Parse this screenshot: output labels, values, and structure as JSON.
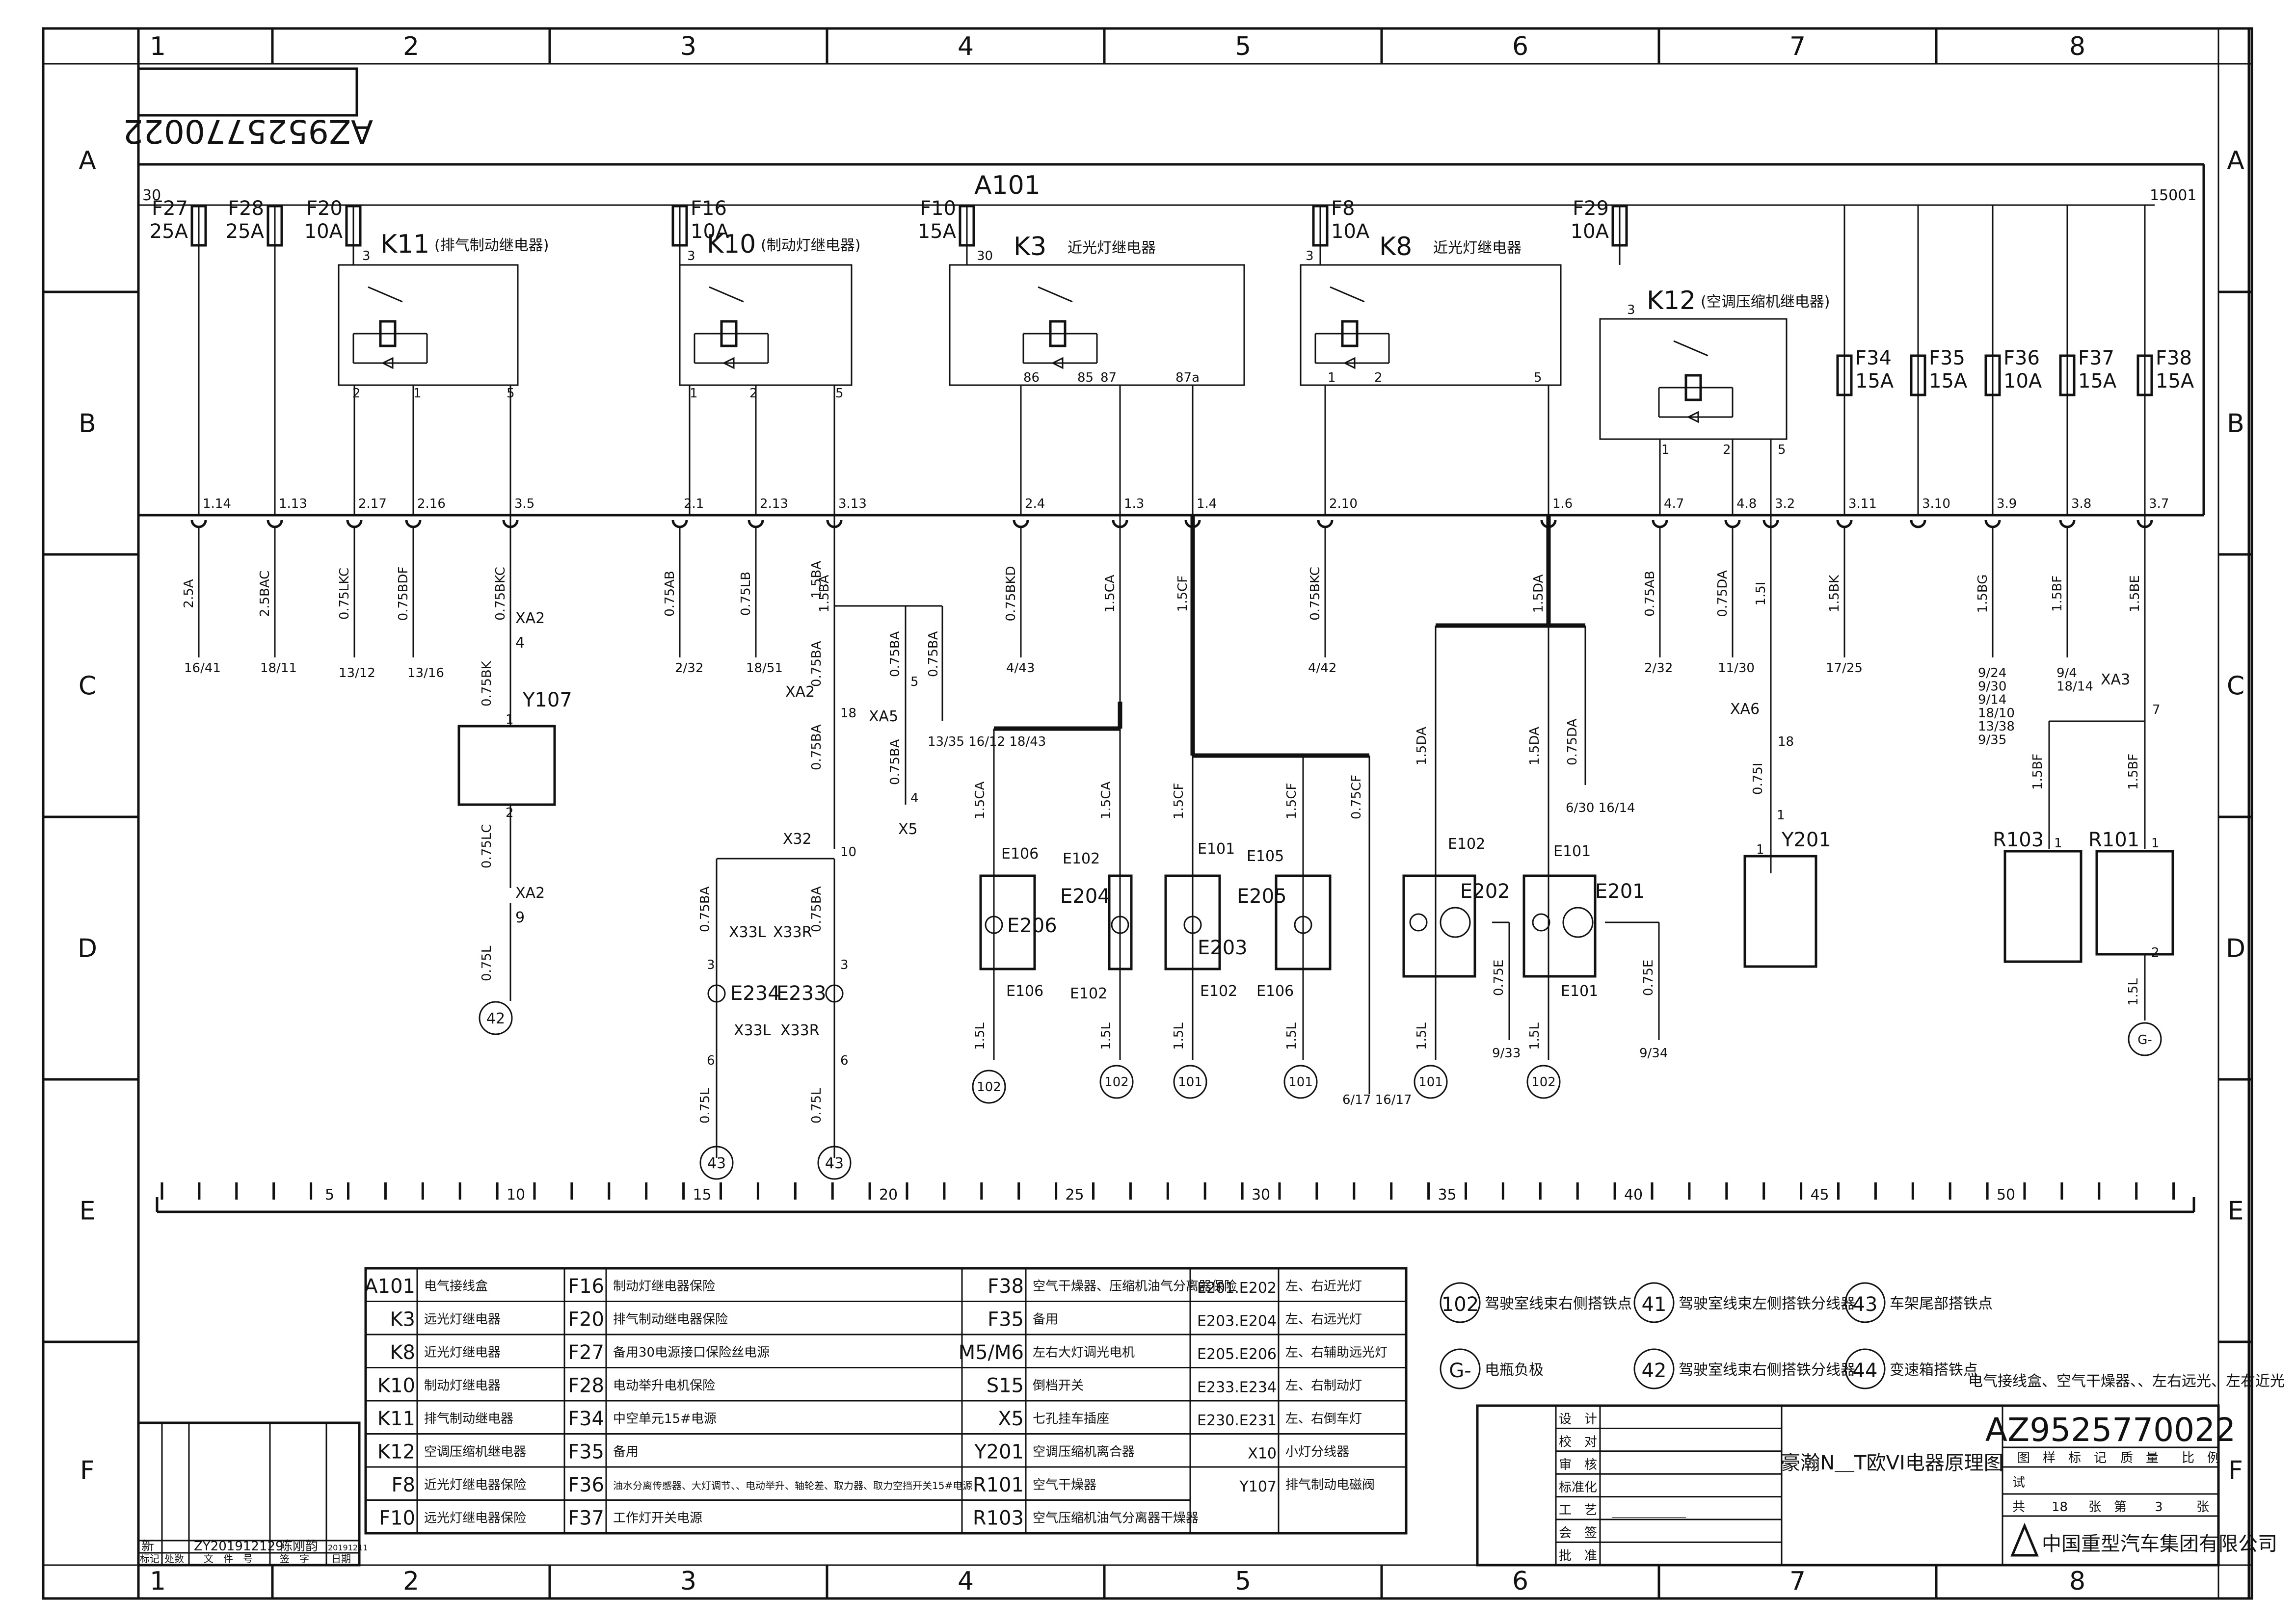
{
  "drawing_number": "AZ9525770022",
  "grid": {
    "columns": [
      "1",
      "2",
      "3",
      "4",
      "5",
      "6",
      "7",
      "8"
    ],
    "rows": [
      "A",
      "B",
      "C",
      "D",
      "E",
      "F"
    ]
  },
  "bus": {
    "left_label": "30",
    "right_label": "15001",
    "connector_label": "A101"
  },
  "fuses": [
    {
      "id": "F27",
      "rating": "25A"
    },
    {
      "id": "F28",
      "rating": "25A"
    },
    {
      "id": "F20",
      "rating": "10A"
    },
    {
      "id": "F16",
      "rating": "10A"
    },
    {
      "id": "F10",
      "rating": "15A"
    },
    {
      "id": "F8",
      "rating": "10A"
    },
    {
      "id": "F29",
      "rating": "10A"
    },
    {
      "id": "F34",
      "rating": "15A"
    },
    {
      "id": "F35",
      "rating": "15A"
    },
    {
      "id": "F36",
      "rating": "10A"
    },
    {
      "id": "F37",
      "rating": "15A"
    },
    {
      "id": "F38",
      "rating": "15A"
    }
  ],
  "relays": [
    {
      "id": "K11",
      "name": "(排气制动继电器)"
    },
    {
      "id": "K10",
      "name": "(制动灯继电器)"
    },
    {
      "id": "K3",
      "name": "近光灯继电器"
    },
    {
      "id": "K8",
      "name": "近光灯继电器"
    },
    {
      "id": "K12",
      "name": "(空调压缩机继电器)"
    }
  ],
  "pins": {
    "p3": "3",
    "p5": "5",
    "p2": "2",
    "p1": "1",
    "p30": "30",
    "p86": "86",
    "p85": "85",
    "p87": "87",
    "p87a": "87a",
    "p4": "4",
    "p6": "6",
    "p7": "7",
    "p9": "9",
    "p10": "10",
    "p18": "18"
  },
  "terminals": [
    "1.14",
    "1.13",
    "2.17",
    "2.16",
    "3.5",
    "2.1",
    "2.13",
    "3.13",
    "2.4",
    "1.3",
    "1.4",
    "2.10",
    "1.6",
    "4.7",
    "4.8",
    "3.2",
    "3.11",
    "3.10",
    "3.9",
    "3.8",
    "3.7"
  ],
  "wires": [
    "2.5A",
    "2.5BAC",
    "0.75LKC",
    "0.75BDF",
    "0.75BKC",
    "0.75AB",
    "0.75LB",
    "1.5BA",
    "0.75BKD",
    "1.5CA",
    "1.5CF",
    "0.75BKC",
    "1.5DA",
    "0.75AB",
    "0.75DA",
    "1.5I",
    "1.5BK",
    "1.5BG",
    "1.5BF",
    "1.5BE"
  ],
  "refs": [
    "16/41",
    "18/11",
    "13/12",
    "13/16",
    "2/32",
    "18/51",
    "4/43",
    "4/42",
    "2/32",
    "11/30",
    "17/25",
    "9/24\n9/30\n9/14\n18/10\n13/38\n9/35",
    "9/4\n18/14"
  ],
  "left_wiring": {
    "xa2": "XA2",
    "xa5": "XA5",
    "x32": "X32",
    "x5": "X5",
    "y107": "Y107",
    "w_075bk": "0.75BK",
    "w_075lc": "0.75LC",
    "w_075l": "0.75L",
    "w_075ba": "0.75BA",
    "w_15ba": "1.5BA",
    "ref_1335": "13/35\n16/12\n18/43",
    "x33l": "X33L",
    "x33r": "X33R",
    "e234": "E234",
    "e233": "E233",
    "g42": "42",
    "g43": "43"
  },
  "lamps": {
    "e206": "E206",
    "e204": "E204",
    "e203": "E203",
    "e205": "E205",
    "e202": "E202",
    "e201": "E201",
    "e106": "E106",
    "e102": "E102",
    "e101": "E101",
    "e105": "E105",
    "w_15ca": "1.5CA",
    "w_15cf": "1.5CF",
    "w_075cf": "0.75CF",
    "w_15da": "1.5DA",
    "w_075da": "0.75DA",
    "w_075e": "0.75E",
    "w_15l": "1.5L",
    "g102": "102",
    "g101": "101",
    "ref_617": "6/17\n16/17",
    "ref_630": "6/30\n16/14",
    "ref_933": "9/33",
    "ref_934": "9/34"
  },
  "right_wiring": {
    "xa6": "XA6",
    "xa3": "XA3",
    "y201": "Y201",
    "r103": "R103",
    "r101": "R101",
    "w_075i": "0.75I",
    "w_15bf": "1.5BF",
    "w_15l": "1.5L",
    "g_minus": "G-"
  },
  "ruler": [
    "5",
    "10",
    "15",
    "20",
    "25",
    "30",
    "35",
    "40",
    "45",
    "50"
  ],
  "legend": {
    "col1": [
      [
        "A101",
        "电气接线盒"
      ],
      [
        "K3",
        "远光灯继电器"
      ],
      [
        "K8",
        "近光灯继电器"
      ],
      [
        "K10",
        "制动灯继电器"
      ],
      [
        "K11",
        "排气制动继电器"
      ],
      [
        "K12",
        "空调压缩机继电器"
      ],
      [
        "F8",
        "近光灯继电器保险"
      ],
      [
        "F10",
        "远光灯继电器保险"
      ]
    ],
    "col2": [
      [
        "F16",
        "制动灯继电器保险"
      ],
      [
        "F20",
        "排气制动继电器保险"
      ],
      [
        "F27",
        "备用30电源接口保险丝电源"
      ],
      [
        "F28",
        "电动举升电机保险"
      ],
      [
        "F34",
        "中空单元15#电源"
      ],
      [
        "F35",
        "备用"
      ],
      [
        "F36",
        "油水分离传感器、大灯调节、、电动举升、轴轮差、取力器、取力空挡开关15#电源"
      ],
      [
        "F37",
        "工作灯开关电源"
      ]
    ],
    "col3": [
      [
        "F38",
        "空气干燥器、压缩机油气分离器保险"
      ],
      [
        "F35",
        "备用"
      ],
      [
        "M5/M6",
        "左右大灯调光电机"
      ],
      [
        "S15",
        "倒档开关"
      ],
      [
        "X5",
        "七孔挂车插座"
      ],
      [
        "Y201",
        "空调压缩机离合器"
      ],
      [
        "R101",
        "空气干燥器"
      ],
      [
        "R103",
        "空气压缩机油气分离器干燥器"
      ]
    ],
    "col4": [
      [
        "E201.E202",
        "左、右近光灯"
      ],
      [
        "E203.E204",
        "左、右远光灯"
      ],
      [
        "E205.E206",
        "左、右辅助远光灯"
      ],
      [
        "E233.E234",
        "左、右制动灯"
      ],
      [
        "E230.E231",
        "左、右倒车灯"
      ],
      [
        "X10",
        "小灯分线器"
      ],
      [
        "Y107",
        "排气制动电磁阀"
      ]
    ]
  },
  "ground_legend": [
    {
      "num": "102",
      "text": "驾驶室线束右侧搭铁点"
    },
    {
      "num": "41",
      "text": "驾驶室线束左侧搭铁分线器"
    },
    {
      "num": "43",
      "text": "车架尾部搭铁点"
    },
    {
      "num": "G-",
      "text": "电瓶负极"
    },
    {
      "num": "42",
      "text": "驾驶室线束右侧搭铁分线器"
    },
    {
      "num": "44",
      "text": "变速箱搭铁点"
    }
  ],
  "description": "电气接线盒、空气干燥器、、左右远光、左右近光",
  "title_block": {
    "title": "豪瀚N＿T欧VI电器原理图",
    "number": "AZ9525770022",
    "sign_rows": [
      "设　计",
      "校　对",
      "审　核",
      "标准化",
      "工　艺",
      "会　签",
      "批　准"
    ],
    "header": [
      "图　样　标　记",
      "质　量",
      "比　例"
    ],
    "trial": "试",
    "total": "共",
    "total_n": "18",
    "sheet": "张　第",
    "sheet_n": "3",
    "sheet_unit": "张",
    "company": "中国重型汽车集团有限公司",
    "dashes": "＿＿＿＿＿"
  },
  "revision": {
    "mark": "新",
    "doc": "ZY201912129",
    "signer": "陈刚韵",
    "date": "20191211",
    "headers": [
      "标记",
      "处数",
      "文　件　号",
      "签　字",
      "日期"
    ]
  }
}
